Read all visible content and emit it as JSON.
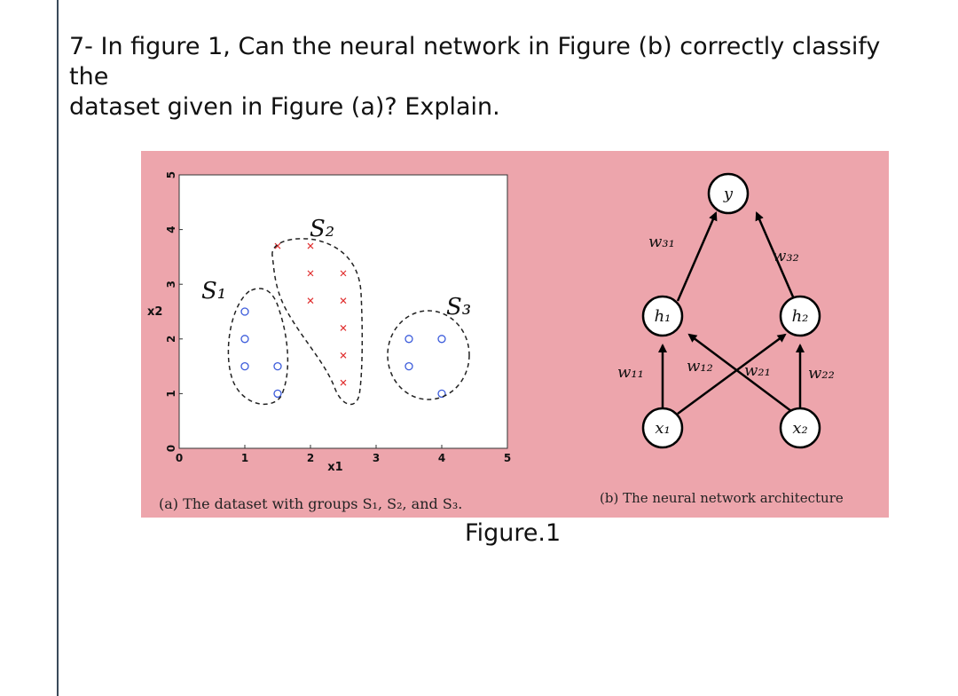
{
  "question": {
    "line1": "7- In figure 1, Can the neural network in Figure (b) correctly classify the",
    "line2": "dataset given in Figure (a)? Explain."
  },
  "figure_caption": "Figure.1",
  "subfigure_a": {
    "caption": "(a) The dataset with groups S₁, S₂, and S₃.",
    "group_labels": [
      "S₁",
      "S₂",
      "S₃"
    ]
  },
  "subfigure_b": {
    "caption": "(b) The neural network architecture",
    "nodes": {
      "x1": "x₁",
      "x2": "x₂",
      "h1": "h₁",
      "h2": "h₂",
      "y": "y"
    },
    "weights": {
      "w11": "w₁₁",
      "w12": "w₁₂",
      "w21": "w₂₁",
      "w22": "w₂₂",
      "w31": "w₃₁",
      "w32": "w₃₂"
    }
  },
  "chart_data": {
    "type": "scatter",
    "xlabel": "x1",
    "ylabel": "x2",
    "xlim": [
      0,
      5
    ],
    "ylim": [
      0,
      5
    ],
    "x_ticks": [
      "0",
      "1",
      "2",
      "3",
      "4",
      "5"
    ],
    "y_ticks": [
      "0",
      "1",
      "2",
      "3",
      "4",
      "5"
    ],
    "grid": false,
    "series": [
      {
        "marker": "circle",
        "color": "#3b5bdb",
        "points": [
          [
            1.0,
            2.5
          ],
          [
            1.0,
            2.0
          ],
          [
            1.0,
            1.5
          ],
          [
            1.5,
            1.5
          ],
          [
            1.5,
            1.0
          ],
          [
            3.5,
            2.0
          ],
          [
            3.5,
            1.5
          ],
          [
            4.0,
            2.0
          ],
          [
            4.0,
            1.0
          ]
        ]
      },
      {
        "marker": "x",
        "color": "#e03131",
        "points": [
          [
            1.5,
            3.7
          ],
          [
            2.0,
            3.7
          ],
          [
            2.0,
            3.2
          ],
          [
            2.0,
            2.7
          ],
          [
            2.5,
            3.2
          ],
          [
            2.5,
            2.7
          ],
          [
            2.5,
            2.2
          ],
          [
            2.5,
            1.7
          ],
          [
            2.5,
            1.2
          ]
        ]
      }
    ]
  }
}
